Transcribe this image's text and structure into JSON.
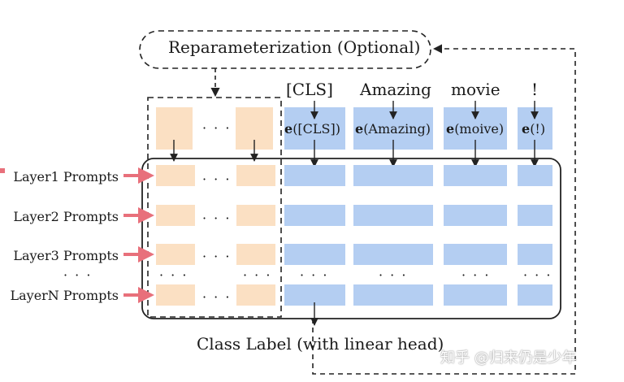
{
  "reparameterization_label": "Reparameterization (Optional)",
  "tokens": [
    {
      "word": "[CLS]",
      "embedding": "([CLS])"
    },
    {
      "word": "Amazing",
      "embedding": "(Amazing)"
    },
    {
      "word": "movie",
      "embedding": "(moive)"
    },
    {
      "word": "!",
      "embedding": "(!)"
    }
  ],
  "embedding_prefix": "e",
  "layers": [
    "Layer1 Prompts",
    "Layer2 Prompts",
    "Layer3 Prompts",
    "LayerN Prompts"
  ],
  "ellipsis": "· · ·",
  "vertical_ellipsis": "· · ·",
  "class_label": "Class Label (with linear head)",
  "watermark": "知乎 @归来仍是少年",
  "colors": {
    "prompt_fill": "#FBE0C3",
    "token_fill": "#B4CEF2",
    "line": "#222222",
    "arrow_red": "#E8707B"
  }
}
